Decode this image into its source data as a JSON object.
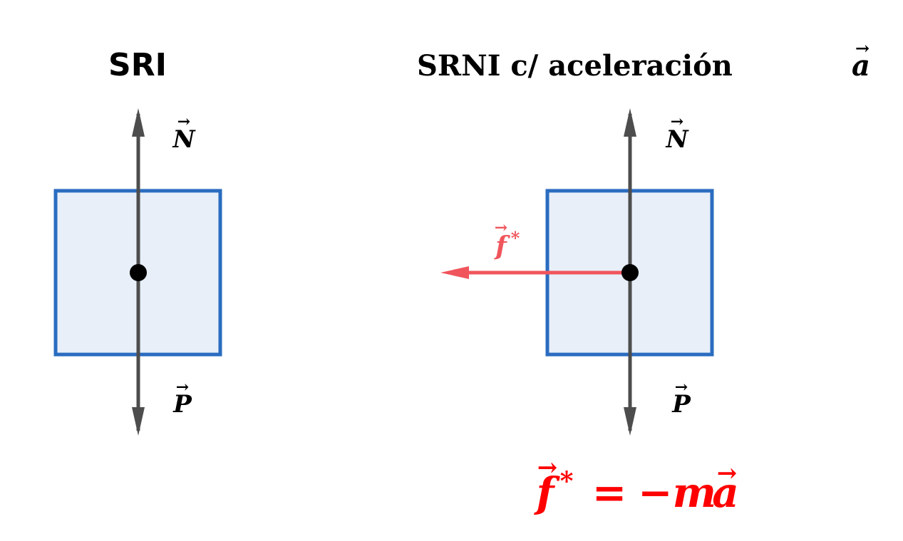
{
  "panels": {
    "left": {
      "title": "SRI",
      "normal_label": "N",
      "weight_label": "P"
    },
    "right": {
      "title": "SRNI c/ aceleración",
      "title_symbol": "a",
      "normal_label": "N",
      "weight_label": "P",
      "fictitious_label": "f",
      "fictitious_superscript": "*"
    }
  },
  "equation": {
    "lhs_symbol": "f",
    "lhs_superscript": "*",
    "operator": "=",
    "rhs_prefix": "−m",
    "rhs_symbol": "a"
  },
  "colors": {
    "box_stroke": "#2a6cc0",
    "box_fill": "#e8eff9",
    "axis_arrow": "#4d4d4d",
    "fictitious_arrow": "#f0555c",
    "equation": "#ff0000",
    "text": "#000000"
  },
  "vector_arrow_glyph": "⃗"
}
